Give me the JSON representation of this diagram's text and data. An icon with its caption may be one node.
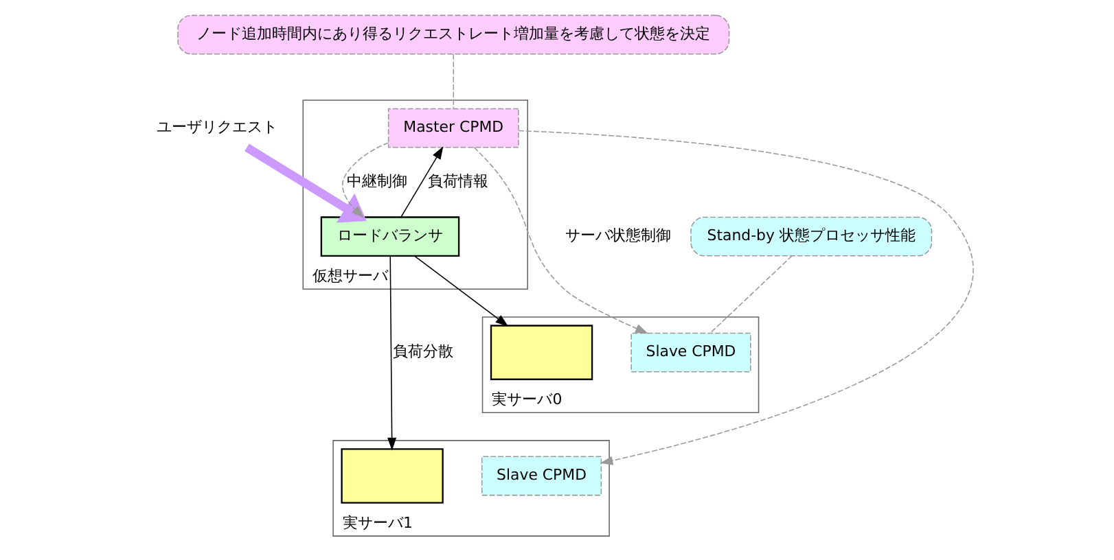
{
  "diagram": {
    "nodes": [
      {
        "text": [
          "ノード追加時間内にあり得るリクエストレート増加量を考慮して状態を決定"
        ]
      },
      {
        "text": [
          "ユーザリクエスト"
        ]
      },
      {
        "text": [
          "仮想サーバ"
        ]
      },
      {
        "text": [
          "Master CPMD"
        ],
        "in": 2
      },
      {
        "text": [
          "ロードバランサ"
        ],
        "in": 2
      },
      {
        "text": [
          "実サーバ0"
        ]
      },
      {
        "text": [
          "Slave CPMD"
        ],
        "in": 5
      },
      {
        "text": [],
        "shape": "box",
        "in": 5
      },
      {
        "text": [
          "実サーバ1"
        ]
      },
      {
        "text": [
          "Slave CPMD"
        ],
        "in": 8
      },
      {
        "text": [],
        "shape": "box",
        "in": 8
      },
      {
        "text": [
          "Stand-by 状態プロセッサ性能"
        ]
      }
    ],
    "edges": [
      {
        "from": 1,
        "to": 4,
        "arrow": "to",
        "style": "thick",
        "color": "#cc99ff"
      },
      {
        "from": 4,
        "to": 3,
        "arrow": "to",
        "label": "負荷情報",
        "color": "#000000"
      },
      {
        "from": 3,
        "to": 4,
        "arrow": "to",
        "label": "中継制御",
        "style": "dashed",
        "color": "#999999"
      },
      {
        "from": 3,
        "to": 6,
        "arrow": "to",
        "label": "サーバ状態制御",
        "style": "dashed",
        "color": "#999999"
      },
      {
        "from": 3,
        "to": 9,
        "arrow": "to",
        "style": "dashed",
        "color": "#999999"
      },
      {
        "from": 4,
        "to": 7,
        "arrow": "to",
        "color": "#000000"
      },
      {
        "from": 4,
        "to": 10,
        "arrow": "to",
        "label": "負荷分散",
        "color": "#000000"
      },
      {
        "from": 0,
        "to": 3,
        "arrow": "none",
        "style": "dashed",
        "color": "#999999"
      },
      {
        "from": 11,
        "to": 6,
        "arrow": "none",
        "style": "dashed",
        "color": "#999999"
      }
    ]
  }
}
